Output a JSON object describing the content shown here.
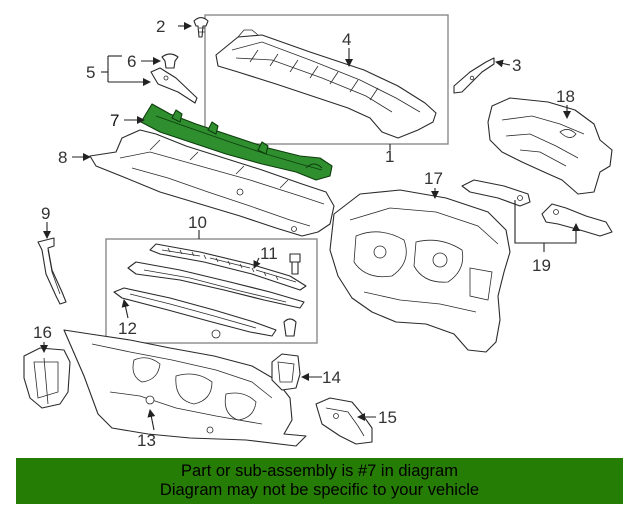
{
  "diagram": {
    "callouts": {
      "c1": "1",
      "c2": "2",
      "c3": "3",
      "c4": "4",
      "c5": "5",
      "c6": "6",
      "c7": "7",
      "c8": "8",
      "c9": "9",
      "c10": "10",
      "c11": "11",
      "c12": "12",
      "c13": "13",
      "c14": "14",
      "c15": "15",
      "c16": "16",
      "c17": "17",
      "c18": "18",
      "c19": "19"
    },
    "highlighted_part": "7",
    "highlight_color": "#2f8f2f"
  },
  "banner": {
    "line1": "Part or sub-assembly is #7 in diagram",
    "line2": "Diagram may not be specific to your vehicle",
    "background": "#267d06"
  }
}
